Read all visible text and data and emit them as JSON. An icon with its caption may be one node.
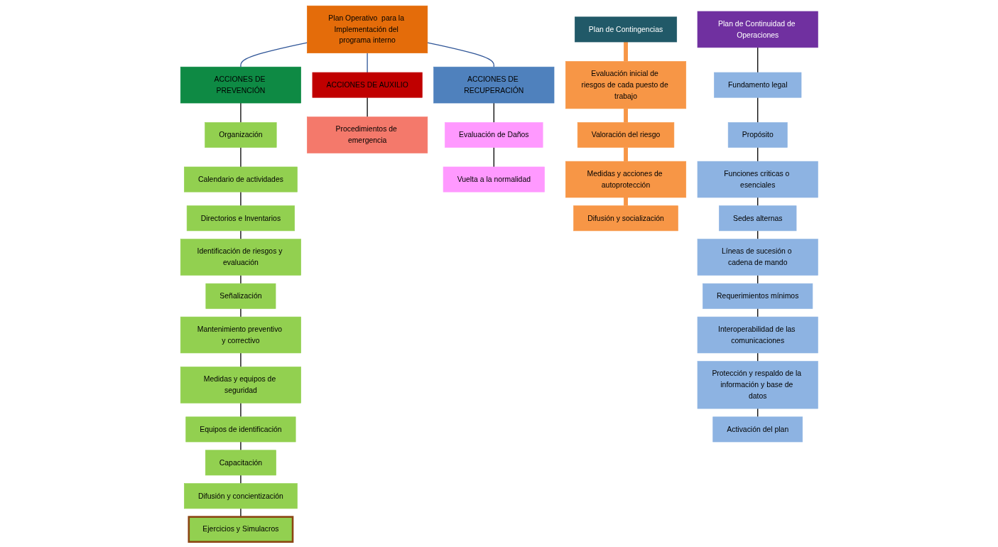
{
  "diagram": {
    "nodes": [
      {
        "text": [
          "Plan Operativo  para la Implementación del programa interno"
        ]
      },
      {
        "text": [
          "ACCIONES DE PREVENCIÓN"
        ]
      },
      {
        "text": [
          "ACCIONES DE AUXILIO"
        ]
      },
      {
        "text": [
          "ACCIONES DE RECUPERACIÓN"
        ]
      },
      {
        "text": [
          "Organización"
        ]
      },
      {
        "text": [
          "Calendario de actividades"
        ]
      },
      {
        "text": [
          "Directorios e Inventarios"
        ]
      },
      {
        "text": [
          "Identificación de riesgos y evaluación"
        ]
      },
      {
        "text": [
          "Señalización"
        ]
      },
      {
        "text": [
          "Mantenimiento preventivo y correctivo"
        ]
      },
      {
        "text": [
          "Medidas y equipos de seguridad"
        ]
      },
      {
        "text": [
          "Equipos de identificación"
        ]
      },
      {
        "text": [
          "Capacitación"
        ]
      },
      {
        "text": [
          "Difusión y concientización"
        ]
      },
      {
        "text": [
          "Ejercicios y Simulacros"
        ]
      },
      {
        "text": [
          "Procedimientos de emergencia"
        ]
      },
      {
        "text": [
          "Evaluación de Daños"
        ]
      },
      {
        "text": [
          "Vuelta a la normalidad"
        ]
      },
      {
        "text": [
          "Plan de Contingencias"
        ]
      },
      {
        "text": [
          "Evaluación inicial de riesgos de cada puesto de trabajo"
        ]
      },
      {
        "text": [
          "Valoración del riesgo"
        ]
      },
      {
        "text": [
          "Medidas y acciones de autoprotección"
        ]
      },
      {
        "text": [
          "Difusión y socialización"
        ]
      },
      {
        "text": [
          "Plan de Continuidad de Operaciones"
        ]
      },
      {
        "text": [
          "Fundamento legal"
        ]
      },
      {
        "text": [
          "Propósito"
        ]
      },
      {
        "text": [
          "Funciones criticas o esenciales"
        ]
      },
      {
        "text": [
          "Sedes alternas"
        ]
      },
      {
        "text": [
          "Líneas de sucesión o cadena de mando"
        ]
      },
      {
        "text": [
          "Requerimientos mínimos"
        ]
      },
      {
        "text": [
          "Interoperabilidad de las comunicaciones"
        ]
      },
      {
        "text": [
          "Protección y respaldo de la información y base de datos"
        ]
      },
      {
        "text": [
          "Activación del plan"
        ]
      }
    ],
    "edges": [
      {
        "from": 0,
        "to": 1,
        "arrow": "none",
        "color": "#2f5597"
      },
      {
        "from": 0,
        "to": 2,
        "arrow": "none",
        "color": "#2f5597"
      },
      {
        "from": 0,
        "to": 3,
        "arrow": "none",
        "color": "#2f5597"
      },
      {
        "from": 1,
        "to": 4,
        "arrow": "none"
      },
      {
        "from": 4,
        "to": 5,
        "arrow": "none"
      },
      {
        "from": 5,
        "to": 6,
        "arrow": "none"
      },
      {
        "from": 6,
        "to": 7,
        "arrow": "none"
      },
      {
        "from": 7,
        "to": 8,
        "arrow": "none"
      },
      {
        "from": 8,
        "to": 9,
        "arrow": "none"
      },
      {
        "from": 9,
        "to": 10,
        "arrow": "none"
      },
      {
        "from": 10,
        "to": 11,
        "arrow": "none"
      },
      {
        "from": 11,
        "to": 12,
        "arrow": "none"
      },
      {
        "from": 12,
        "to": 13,
        "arrow": "none"
      },
      {
        "from": 13,
        "to": 14,
        "arrow": "none"
      },
      {
        "from": 2,
        "to": 15,
        "arrow": "none"
      },
      {
        "from": 3,
        "to": 16,
        "arrow": "none"
      },
      {
        "from": 16,
        "to": 17,
        "arrow": "none"
      },
      {
        "from": 18,
        "to": 19,
        "arrow": "none",
        "style": "thick",
        "color": "#f79646"
      },
      {
        "from": 19,
        "to": 20,
        "arrow": "none",
        "style": "thick",
        "color": "#f79646"
      },
      {
        "from": 20,
        "to": 21,
        "arrow": "none",
        "style": "thick",
        "color": "#f79646"
      },
      {
        "from": 21,
        "to": 22,
        "arrow": "none",
        "style": "thick",
        "color": "#f79646"
      },
      {
        "from": 23,
        "to": 24,
        "arrow": "none"
      },
      {
        "from": 24,
        "to": 25,
        "arrow": "none"
      },
      {
        "from": 25,
        "to": 26,
        "arrow": "none"
      },
      {
        "from": 26,
        "to": 27,
        "arrow": "none"
      },
      {
        "from": 27,
        "to": 28,
        "arrow": "none"
      },
      {
        "from": 28,
        "to": 29,
        "arrow": "none"
      },
      {
        "from": 29,
        "to": 30,
        "arrow": "none"
      },
      {
        "from": 30,
        "to": 31,
        "arrow": "none"
      },
      {
        "from": 31,
        "to": 32,
        "arrow": "none"
      }
    ]
  }
}
